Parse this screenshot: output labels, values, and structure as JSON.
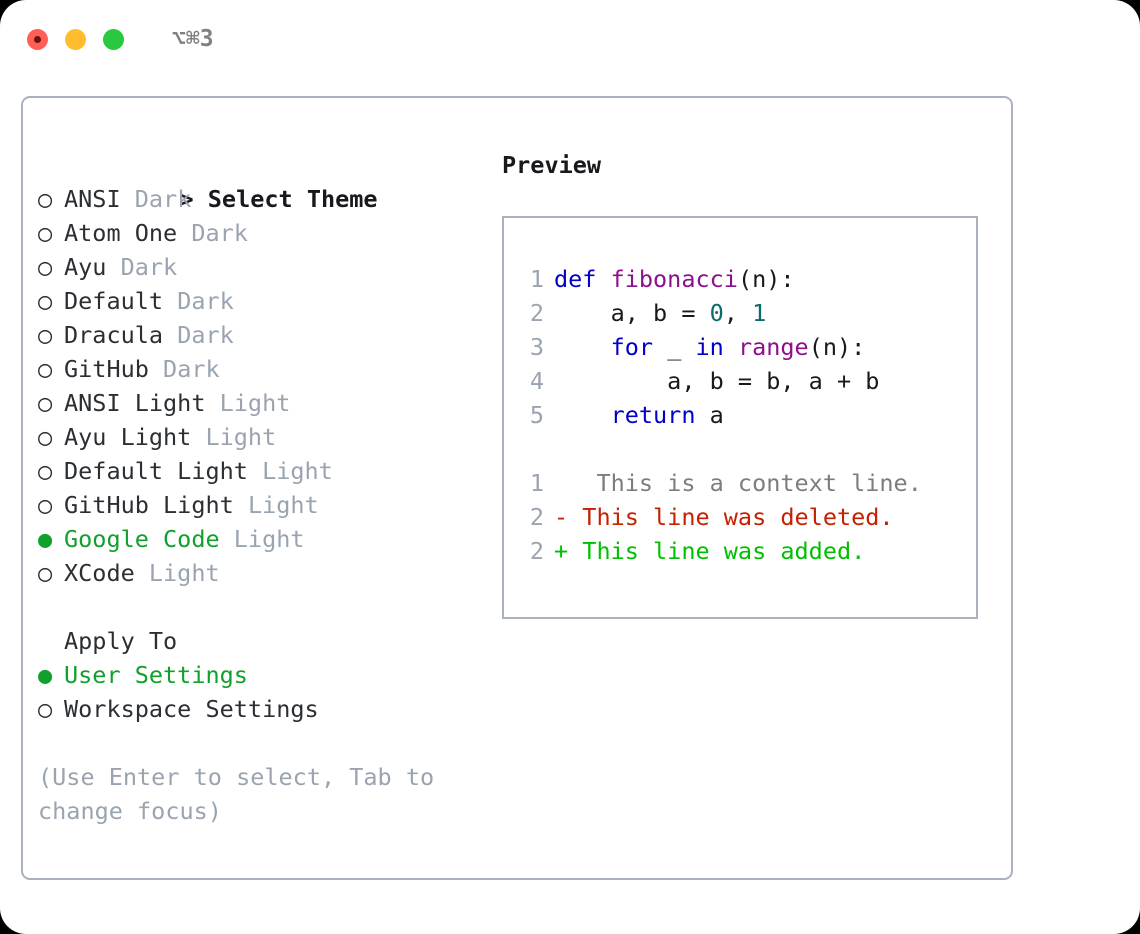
{
  "window": {
    "title": "⌥⌘3",
    "traffic_lights": [
      {
        "name": "close-button",
        "color": "#ff5f57"
      },
      {
        "name": "minimize-button",
        "color": "#febc2e"
      },
      {
        "name": "maximize-button",
        "color": "#28c840"
      }
    ]
  },
  "colors": {
    "accent_green": "#12a02d",
    "muted": "#9aa4b0",
    "text": "#2b2f33",
    "border": "#aab2bd",
    "keyword": "#0000c8",
    "function": "#8c0f8c",
    "number": "#0b6b6b",
    "diff_context": "#7d7d7d",
    "diff_deleted": "#c62000",
    "diff_added": "#00c000"
  },
  "theme_list": {
    "header": "> Select Theme",
    "bullet_selected": "●",
    "bullet_unselected": "○",
    "items": [
      {
        "name": "ANSI",
        "tag": "Dark",
        "selected": false
      },
      {
        "name": "Atom One",
        "tag": "Dark",
        "selected": false
      },
      {
        "name": "Ayu",
        "tag": "Dark",
        "selected": false
      },
      {
        "name": "Default",
        "tag": "Dark",
        "selected": false
      },
      {
        "name": "Dracula",
        "tag": "Dark",
        "selected": false
      },
      {
        "name": "GitHub",
        "tag": "Dark",
        "selected": false
      },
      {
        "name": "ANSI Light",
        "tag": "Light",
        "selected": false
      },
      {
        "name": "Ayu Light",
        "tag": "Light",
        "selected": false
      },
      {
        "name": "Default Light",
        "tag": "Light",
        "selected": false
      },
      {
        "name": "GitHub Light",
        "tag": "Light",
        "selected": false
      },
      {
        "name": "Google Code",
        "tag": "Light",
        "selected": true
      },
      {
        "name": "XCode",
        "tag": "Light",
        "selected": false
      }
    ]
  },
  "apply_to": {
    "header": "Apply To",
    "options": [
      {
        "label": "User Settings",
        "selected": true
      },
      {
        "label": "Workspace Settings",
        "selected": false
      }
    ]
  },
  "hint": "(Use Enter to select, Tab to change focus)",
  "preview": {
    "title": "Preview",
    "code_lines": [
      {
        "number": "1",
        "tokens": [
          {
            "t": "def ",
            "k": "kw"
          },
          {
            "t": "fibonacci",
            "k": "fn"
          },
          {
            "t": "(n):",
            "k": "pl"
          }
        ]
      },
      {
        "number": "2",
        "tokens": [
          {
            "t": "    a, b = ",
            "k": "pl"
          },
          {
            "t": "0",
            "k": "num"
          },
          {
            "t": ", ",
            "k": "pl"
          },
          {
            "t": "1",
            "k": "num"
          }
        ]
      },
      {
        "number": "3",
        "tokens": [
          {
            "t": "    ",
            "k": "pl"
          },
          {
            "t": "for",
            "k": "kw"
          },
          {
            "t": " _ ",
            "k": "pl"
          },
          {
            "t": "in",
            "k": "kw"
          },
          {
            "t": " ",
            "k": "pl"
          },
          {
            "t": "range",
            "k": "fn"
          },
          {
            "t": "(n):",
            "k": "pl"
          }
        ]
      },
      {
        "number": "4",
        "tokens": [
          {
            "t": "        a, b = b, a + b",
            "k": "pl"
          }
        ]
      },
      {
        "number": "5",
        "tokens": [
          {
            "t": "    ",
            "k": "pl"
          },
          {
            "t": "return",
            "k": "kw"
          },
          {
            "t": " a",
            "k": "pl"
          }
        ]
      }
    ],
    "diff_lines": [
      {
        "number": "1",
        "marker": " ",
        "text": "  This is a context line.",
        "kind": "ctx"
      },
      {
        "number": "2",
        "marker": "-",
        "text": " This line was deleted.",
        "kind": "del"
      },
      {
        "number": "2",
        "marker": "+",
        "text": " This line was added.",
        "kind": "add"
      }
    ]
  }
}
